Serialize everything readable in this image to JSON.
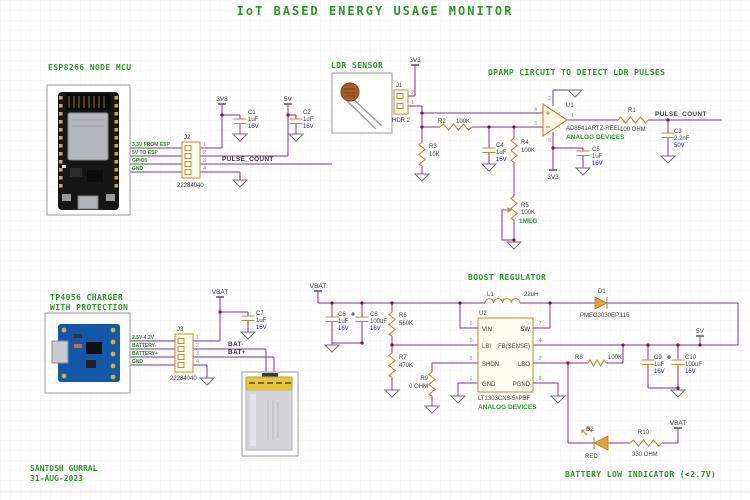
{
  "title": "IoT BASED ENERGY USAGE MONITOR",
  "footer": {
    "author": "SANTOSH GURRAL",
    "date": "31-AUG-2023"
  },
  "colors": {
    "accent_green": "#2a962a",
    "wire_purple": "#7d2f9e",
    "component_gold": "#c08a28",
    "junction_red": "#8a1010",
    "voltage_blue": "#1414cc"
  },
  "esp": {
    "section_title": "ESP8266 NODE MCU",
    "connector": {
      "ref": "J2",
      "part": "22284040",
      "pin_numbers": [
        "1",
        "2",
        "3",
        "4"
      ],
      "wire_labels": [
        "3.3V FROM ESP",
        "5V TO ESP",
        "GPIO5",
        "GND"
      ]
    },
    "c1": {
      "ref": "C1",
      "value": "1uF",
      "voltage": "16V"
    },
    "c2": {
      "ref": "C2",
      "value": "1uF",
      "voltage": "16V"
    },
    "rail_3v3": "3V3",
    "rail_5v": "5V",
    "net": "PULSE_COUNT"
  },
  "ldr": {
    "section_title": "LDR SENSOR",
    "connector": {
      "ref": "J1",
      "part": "HDR 2",
      "pin_numbers": [
        "2",
        "1"
      ]
    },
    "rail_3v3": "3V3",
    "r3": {
      "ref": "R3",
      "value": "10K"
    }
  },
  "opamp": {
    "section_title": "OPAMP CIRCUIT TO DETECT LDR PULSES",
    "u1": {
      "ref": "U1",
      "part": "AD8541ARTZ-REEL",
      "mfr": "ANALOG DEVICES",
      "pins": {
        "in_p": "4",
        "in_n": "3",
        "out": "1",
        "v_neg": "2",
        "v_pos": "5"
      }
    },
    "r2": {
      "ref": "R2",
      "value": "100K"
    },
    "c4": {
      "ref": "C4",
      "value": "1uF",
      "voltage": "16V"
    },
    "r4": {
      "ref": "R4",
      "value": "100K"
    },
    "r5": {
      "ref": "R5",
      "value": "100K",
      "note": "1MEG"
    },
    "c5": {
      "ref": "C5",
      "value": "1uF",
      "voltage": "16V"
    },
    "r1": {
      "ref": "R1",
      "value": "100 OHM"
    },
    "c3": {
      "ref": "C3",
      "value": "2.2nF",
      "voltage": "50V"
    },
    "rail_3v3": "3V3",
    "net": "PULSE_COUNT"
  },
  "charger": {
    "section_title_line1": "TP4056 CHARGER",
    "section_title_line2": "WITH PROTECTION",
    "connector": {
      "ref": "J3",
      "part": "22284040",
      "pin_numbers": [
        "1",
        "2",
        "3",
        "4"
      ],
      "wire_labels": [
        "2.5V-4.2V",
        "BATTERY-",
        "BATTERY+",
        "GND"
      ]
    },
    "c7": {
      "ref": "C7",
      "value": "1uF",
      "voltage": "16V"
    },
    "rail_vbat": "VBAT",
    "net_batn": "BAT-",
    "net_batp": "BAT+"
  },
  "boost": {
    "section_title": "BOOST REGULATOR",
    "rail_vbat": "VBAT",
    "rail_5v": "5V",
    "c6": {
      "ref": "C6",
      "value": "1uF",
      "voltage": "16V"
    },
    "c8": {
      "ref": "C8",
      "value": "100uF",
      "voltage": "16V"
    },
    "r6": {
      "ref": "R6",
      "value": "560K"
    },
    "r7": {
      "ref": "R7",
      "value": "470K"
    },
    "r9": {
      "ref": "R9",
      "value": "0 OHM"
    },
    "l1": {
      "ref": "L1",
      "value": "22uH"
    },
    "d1": {
      "ref": "D1",
      "part": "PMEG3030EP,115"
    },
    "u2": {
      "ref": "U2",
      "part": "LT1303CN8-5#PBF",
      "mfr": "ANALOG DEVICES",
      "left_pins": [
        {
          "num": "6",
          "name": "VIN"
        },
        {
          "num": "5",
          "name": "LBI"
        },
        {
          "num": "3",
          "name": "SHDN"
        },
        {
          "num": "1",
          "name": "GND"
        }
      ],
      "right_pins": [
        {
          "num": "7",
          "name": "SW"
        },
        {
          "num": "4",
          "name": "FB(SENSE)"
        },
        {
          "num": "2",
          "name": "LBO"
        },
        {
          "num": "8",
          "name": "PGND"
        }
      ]
    },
    "r8": {
      "ref": "R8",
      "value": "100K"
    },
    "c9": {
      "ref": "C9",
      "value": "1uF",
      "voltage": "16V"
    },
    "c10": {
      "ref": "C10",
      "value": "100uF",
      "voltage": "16V"
    }
  },
  "indicator": {
    "section_title": "BATTERY LOW INDICATOR (<2.7V)",
    "d2": {
      "ref": "D2",
      "color": "RED"
    },
    "r10": {
      "ref": "R10",
      "value": "330 OHM"
    },
    "rail_vbat": "VBAT"
  }
}
